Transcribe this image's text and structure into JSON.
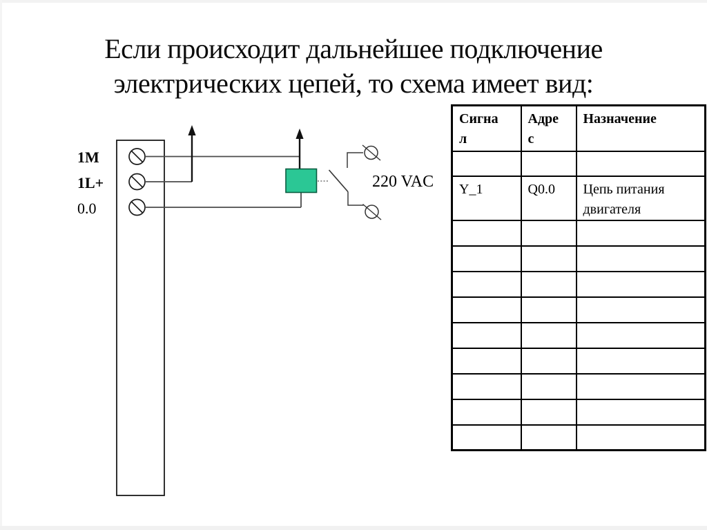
{
  "slide": {
    "title": {
      "line1": "Если происходит дальнейшее подключение",
      "line2": "электрических цепей, то схема имеет вид:"
    }
  },
  "diagram": {
    "labels": {
      "terminal_1": "1M",
      "terminal_2": "1L+",
      "terminal_3": "0.0",
      "voltage": "220 VAC"
    },
    "colors": {
      "coil_fill": "#2BC795",
      "coil_border": "#0A5C40",
      "wire": "#4A4A4A",
      "outline": "#1A1A1A"
    }
  },
  "table": {
    "headers": [
      "Сигна\nл",
      "Адре\nс",
      "Назначение"
    ],
    "rows": [
      [
        "",
        "",
        ""
      ],
      [
        "Y_1",
        "Q0.0",
        "Цепь питания двигателя"
      ],
      [
        "",
        "",
        ""
      ],
      [
        "",
        "",
        ""
      ],
      [
        "",
        "",
        ""
      ],
      [
        "",
        "",
        ""
      ],
      [
        "",
        "",
        ""
      ],
      [
        "",
        "",
        ""
      ],
      [
        "",
        "",
        ""
      ],
      [
        "",
        "",
        ""
      ],
      [
        "",
        "",
        ""
      ]
    ]
  }
}
